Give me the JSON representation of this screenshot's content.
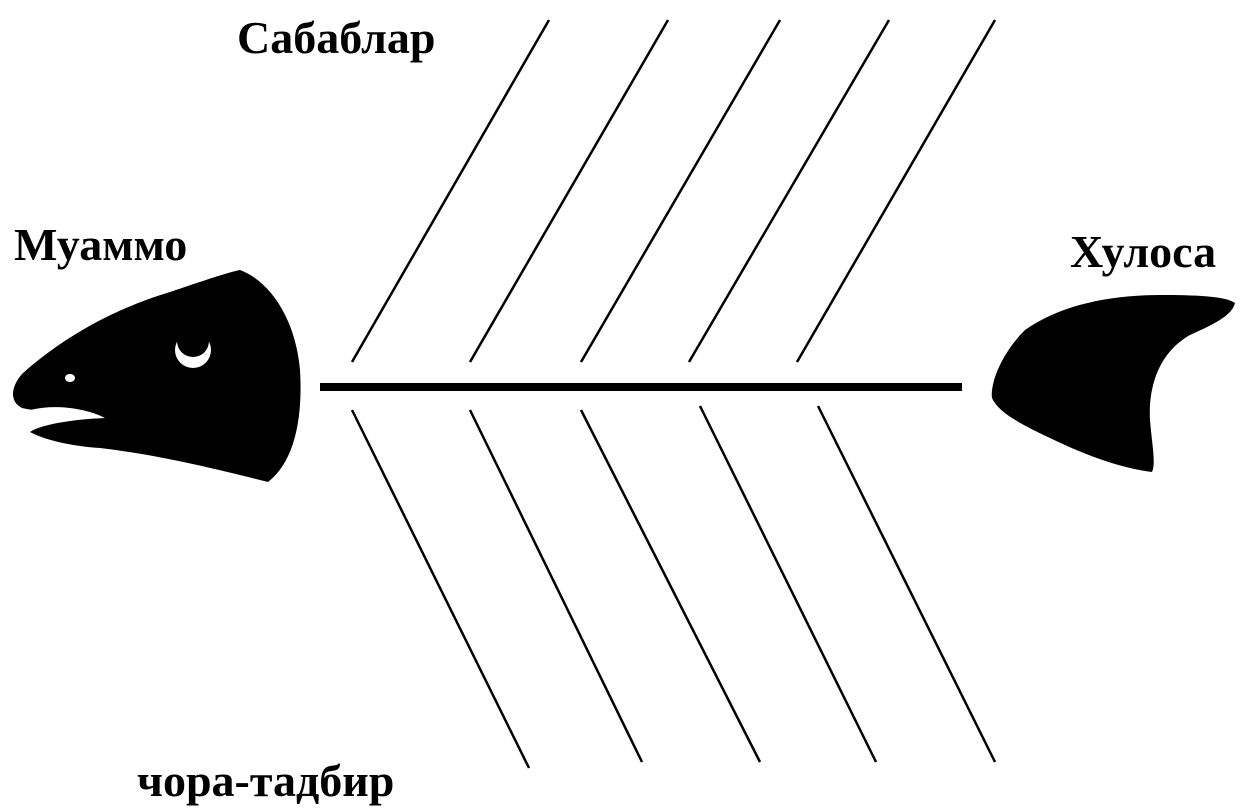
{
  "labels": {
    "causes": "Сабаблар",
    "problem": "Муаммо",
    "conclusion": "Хулоса",
    "measures": "чора-тадбир"
  },
  "colors": {
    "ink": "#000000",
    "background": "#ffffff"
  },
  "icons": {
    "head": "fish-head-icon",
    "tail": "fish-tail-icon"
  }
}
